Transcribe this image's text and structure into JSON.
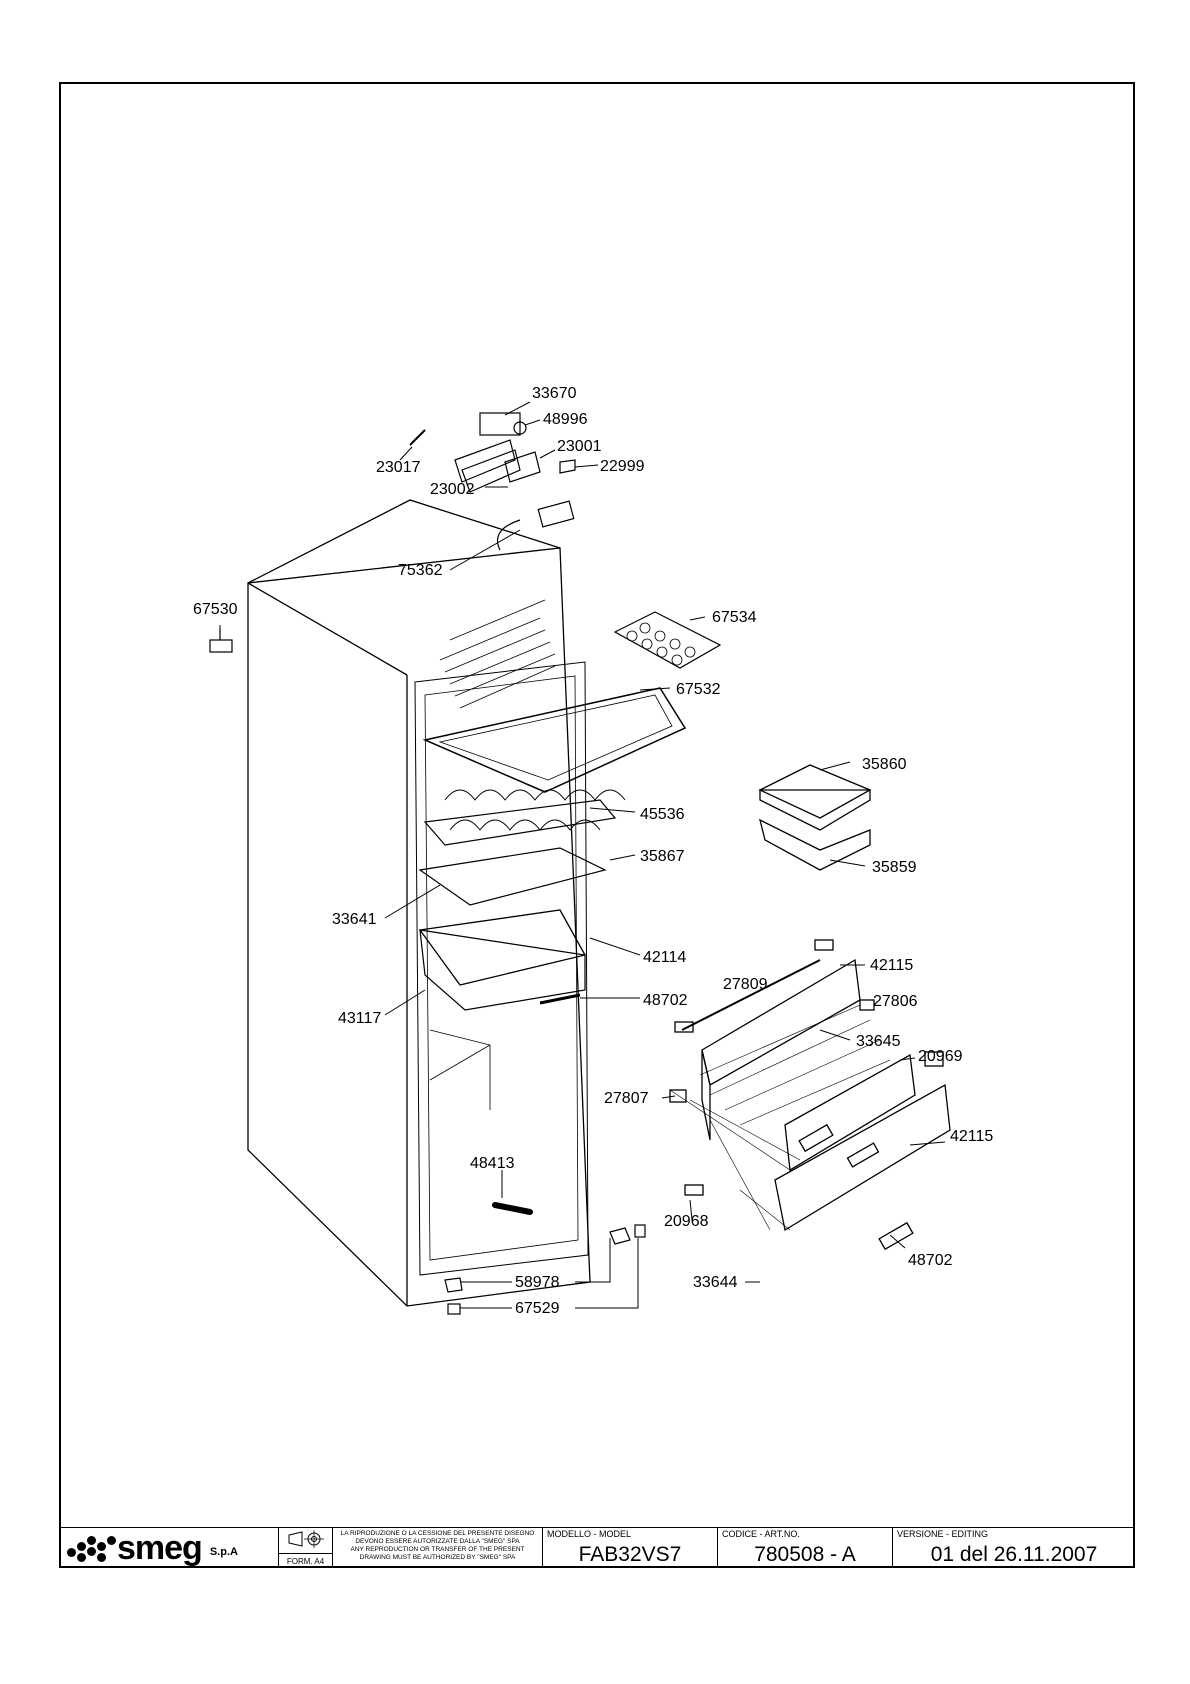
{
  "diagram": {
    "part_labels": {
      "p33670": "33670",
      "p48996": "48996",
      "p23001": "23001",
      "p22999": "22999",
      "p23017": "23017",
      "p23002": "23002",
      "p75362": "75362",
      "p67530": "67530",
      "p67534": "67534",
      "p67532": "67532",
      "p35860": "35860",
      "p45536": "45536",
      "p35867": "35867",
      "p35859": "35859",
      "p33641": "33641",
      "p42114": "42114",
      "p27809": "27809",
      "p42115a": "42115",
      "p48702a": "48702",
      "p43117": "43117",
      "p27806": "27806",
      "p33645": "33645",
      "p20969": "20969",
      "p27807": "27807",
      "p42115b": "42115",
      "p48413": "48413",
      "p20968": "20968",
      "p48702b": "48702",
      "p58978": "58978",
      "p33644": "33644",
      "p67529": "67529"
    }
  },
  "title_block": {
    "logo_text": "smeg",
    "logo_suffix": "S.p.A",
    "format_label": "FORM. A4",
    "notice_it": "LA RIPRODUZIONE O LA CESSIONE DEL PRESENTE DISEGNO DEVONO ESSERE AUTORIZZATE DALLA \"SMEG\" SPA",
    "notice_en": "ANY REPRODUCTION OR TRANSFER OF THE PRESENT DRAWING MUST BE AUTHORIZED BY \"SMEG\" SPA",
    "model_label": "MODELLO - MODEL",
    "model_value": "FAB32VS7",
    "code_label": "CODICE - ART.NO.",
    "code_value": "780508 - A",
    "version_label": "VERSIONE - EDITING",
    "version_value": "01 del 26.11.2007"
  }
}
